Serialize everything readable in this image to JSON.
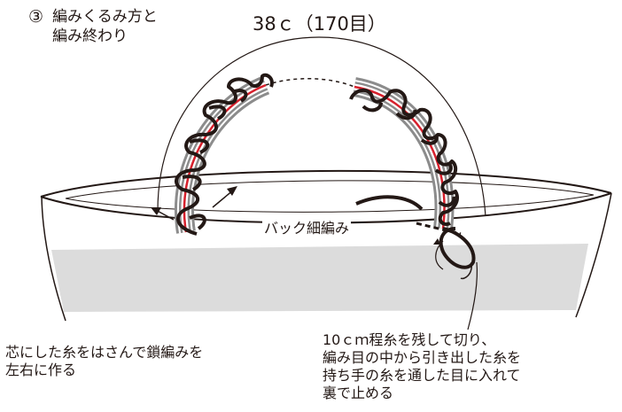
{
  "step": {
    "number": "③",
    "title_lines": [
      "編みくるみ方と",
      "編み終わり"
    ]
  },
  "measure_label": "38ｃ（170目）",
  "bag_label": "バック細編み",
  "note_left_lines": [
    "芯にした糸をはさんで鎖編みを",
    "左右に作る"
  ],
  "note_right_lines": [
    "10ｃｍ程糸を残して切り、",
    "編み目の中から引き出した糸を",
    "持ち手の糸を通した目に入れて",
    "裏で止める"
  ],
  "colors": {
    "line": "#231815",
    "core_red": "#d7202c",
    "core_gray": "#8c8c8c",
    "band_gray": "#dcdcdc"
  }
}
